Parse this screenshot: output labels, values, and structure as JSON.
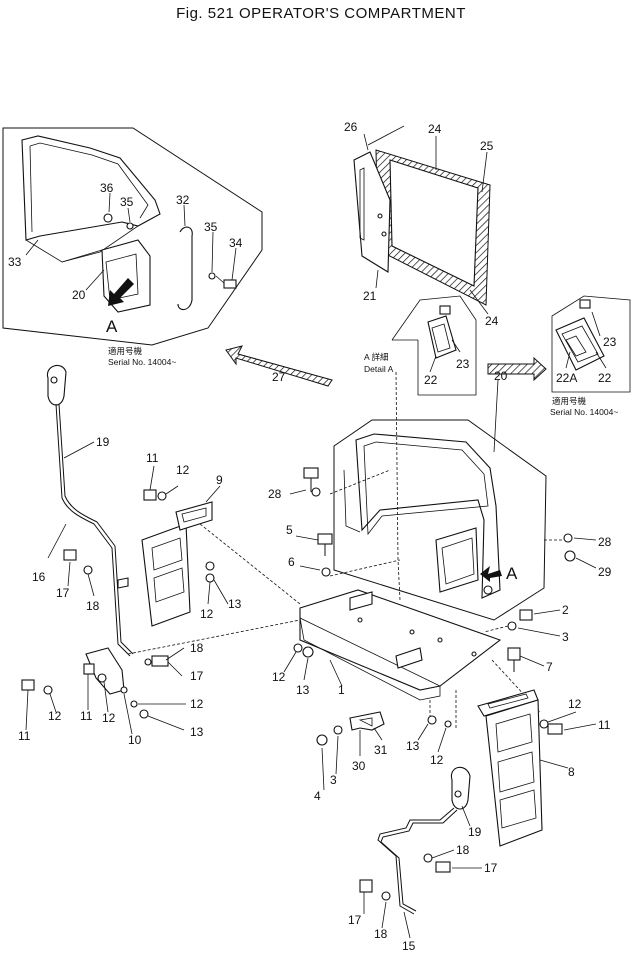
{
  "title": "Fig. 521 OPERATOR'S COMPARTMENT",
  "captions": {
    "serial_top_left_jp": "適用号機",
    "serial_top_left": "Serial No. 14004~",
    "detail_a_jp": "A 詳細",
    "detail_a": "Detail A",
    "serial_right_jp": "適用号機",
    "serial_right": "Serial No. 14004~",
    "view_letter": "A"
  },
  "callouts": {
    "c36": "36",
    "c35a": "35",
    "c32": "32",
    "c35b": "35",
    "c34": "34",
    "c33": "33",
    "c20a": "20",
    "c26": "26",
    "c24a": "24",
    "c25": "25",
    "c21": "21",
    "c24b": "24",
    "c22a": "22",
    "c23a": "23",
    "c23b": "23",
    "c22A": "22A",
    "c22b": "22",
    "c19a": "19",
    "c11a": "11",
    "c12a": "12",
    "c9": "9",
    "c16": "16",
    "c17a": "17",
    "c18a": "18",
    "c12b": "12",
    "c13a": "13",
    "c18b": "18",
    "c17b": "17",
    "c11b": "11",
    "c12c": "12",
    "c11c": "11",
    "c12d": "12",
    "c10": "10",
    "c12e": "12",
    "c13b": "13",
    "c27": "27",
    "c28a": "28",
    "c20b": "20",
    "c5": "5",
    "c6": "6",
    "c28b": "28",
    "c29": "29",
    "c2": "2",
    "c3a": "3",
    "c7": "7",
    "c12f": "12",
    "c13c": "13",
    "c1": "1",
    "c12g": "12",
    "c11d": "11",
    "c8": "8",
    "c4": "4",
    "c3b": "3",
    "c30": "30",
    "c31": "31",
    "c13d": "13",
    "c12h": "12",
    "c19b": "19",
    "c18c": "18",
    "c17c": "17",
    "c17d": "17",
    "c18d": "18",
    "c15": "15"
  }
}
